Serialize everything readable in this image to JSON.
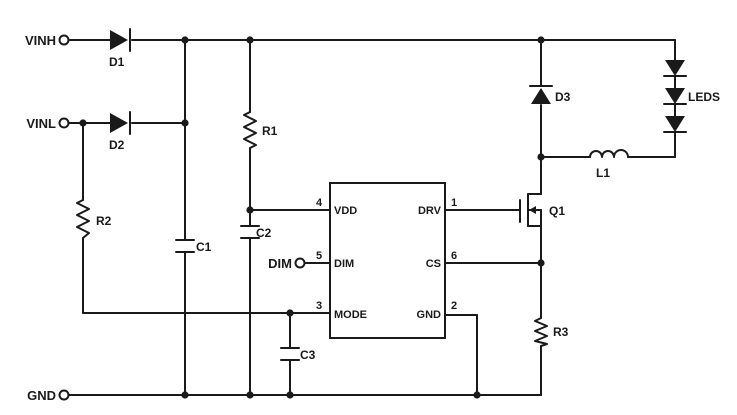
{
  "nets": {
    "vinh": "VINH",
    "vinl": "VINL",
    "gnd": "GND",
    "dim": "DIM"
  },
  "components": {
    "d1": "D1",
    "d2": "D2",
    "d3": "D3",
    "r1": "R1",
    "r2": "R2",
    "r3": "R3",
    "c1": "C1",
    "c2": "C2",
    "c3": "C3",
    "l1": "L1",
    "q1": "Q1",
    "leds": "LEDS"
  },
  "ic": {
    "pins": [
      {
        "number": "4",
        "name": "VDD"
      },
      {
        "number": "5",
        "name": "DIM"
      },
      {
        "number": "3",
        "name": "MODE"
      },
      {
        "number": "1",
        "name": "DRV"
      },
      {
        "number": "6",
        "name": "CS"
      },
      {
        "number": "2",
        "name": "GND"
      }
    ]
  }
}
